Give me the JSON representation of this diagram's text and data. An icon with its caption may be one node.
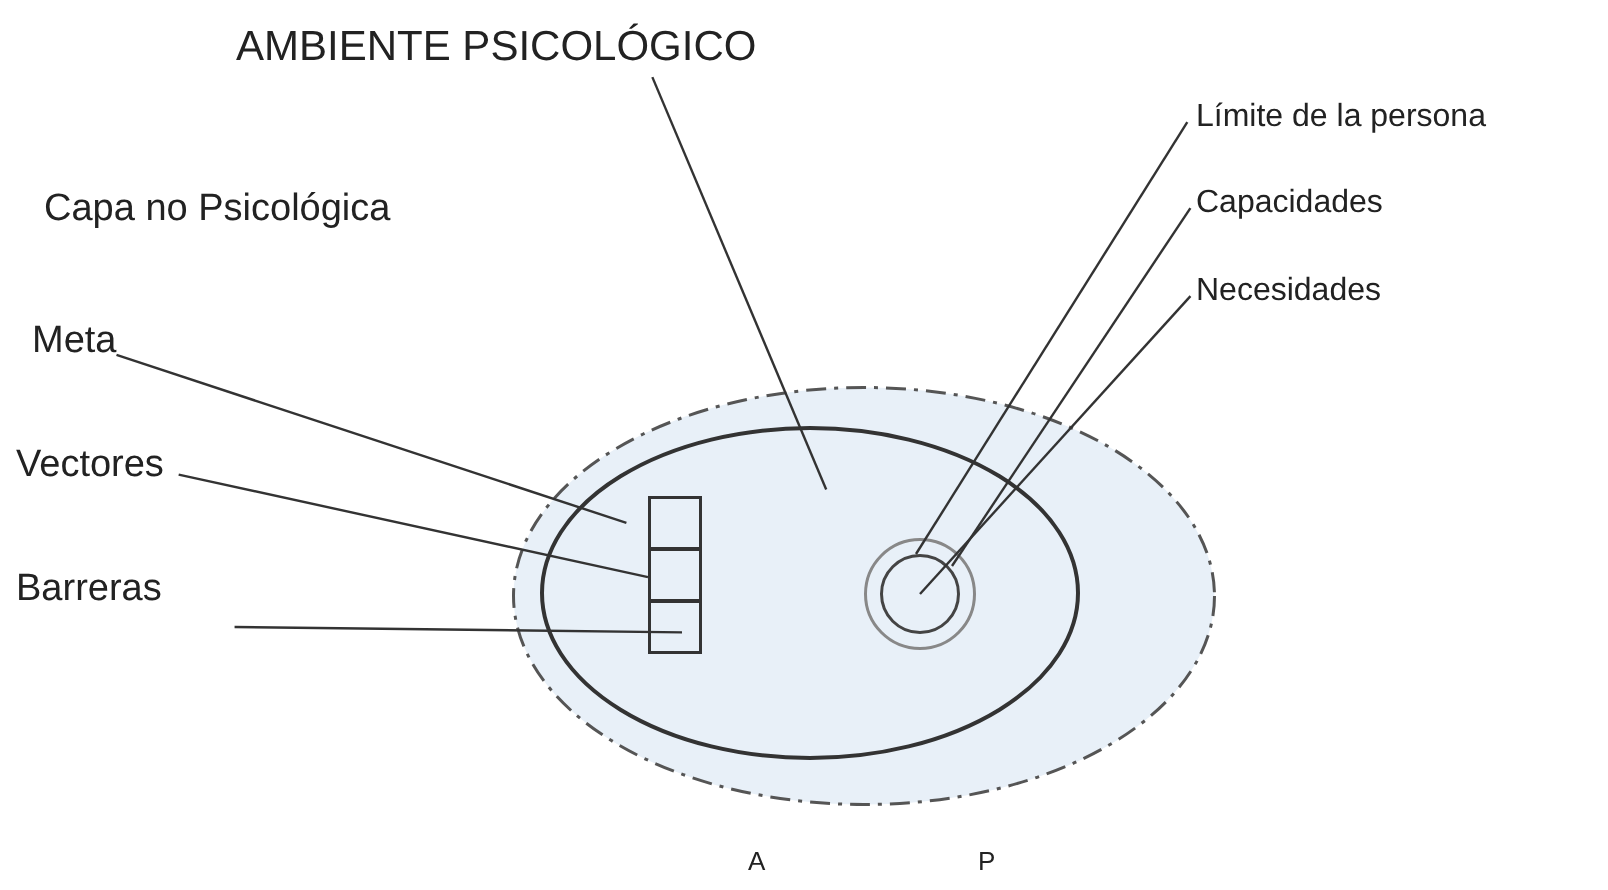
{
  "diagram": {
    "nodes": [
      {
        "text": [
          "AMBIENTE PSICOLÓGICO"
        ]
      },
      {
        "text": [
          "Meta"
        ]
      },
      {
        "text": [
          "Vectores"
        ]
      },
      {
        "text": [
          "Barreras"
        ]
      },
      {
        "text": [
          "Límite de la persona"
        ]
      },
      {
        "text": [
          "Capacidades"
        ]
      },
      {
        "text": [
          "Necesidades"
        ]
      },
      {
        "text": [],
        "shape": "ellipse"
      },
      {
        "text": [],
        "shape": "ellipse",
        "in": 7
      },
      {
        "text": [],
        "shape": "box",
        "in": 8
      },
      {
        "text": [],
        "shape": "box",
        "in": 8
      },
      {
        "text": [],
        "shape": "box",
        "in": 8
      },
      {
        "text": [],
        "shape": "circle",
        "in": 8
      },
      {
        "text": [],
        "shape": "circle",
        "in": 12
      }
    ],
    "edges": [
      {
        "from": 0,
        "to": 8,
        "arrow": "none"
      },
      {
        "from": 1,
        "to": 8,
        "arrow": "none"
      },
      {
        "from": 2,
        "to": 10,
        "arrow": "none"
      },
      {
        "from": 3,
        "to": 11,
        "arrow": "none"
      },
      {
        "from": 4,
        "to": 13,
        "arrow": "none"
      },
      {
        "from": 5,
        "to": 13,
        "arrow": "none"
      },
      {
        "from": 6,
        "to": 13,
        "arrow": "none"
      }
    ],
    "labels": [
      "Capa no Psicológica",
      "A",
      "P"
    ]
  }
}
